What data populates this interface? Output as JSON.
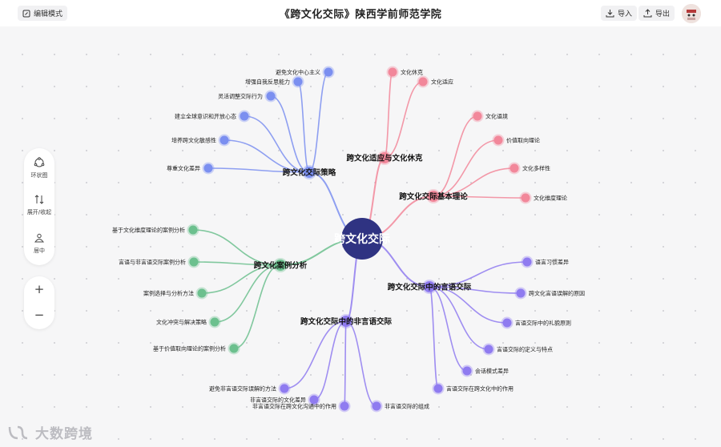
{
  "topbar": {
    "edit_mode": "编辑模式",
    "title": "《跨文化交际》陕西学前师范学院",
    "import": "导入",
    "export": "导出"
  },
  "tools": {
    "ring": "环状图",
    "expand_collapse": "展开/收起",
    "center": "居中",
    "zoom_in": "+",
    "zoom_out": "−"
  },
  "watermark": "大数跨境",
  "mindmap": {
    "root": {
      "label": "跨文化交际",
      "color": "#2f3382"
    },
    "branches": [
      {
        "label": "跨文化交际策略",
        "color": "#7b8ff0",
        "leaves": [
          "避免文化中心主义",
          "增强自我反思能力",
          "灵活调整交际行为",
          "建立全球意识和开放心态",
          "培养跨文化敏感性",
          "尊重文化差异"
        ]
      },
      {
        "label": "跨文化适应与文化休克",
        "color": "#f2879a",
        "leaves": [
          "文化休克",
          "文化适应"
        ]
      },
      {
        "label": "跨文化交际基本理论",
        "color": "#f2879a",
        "leaves": [
          "文化语境",
          "价值取向理论",
          "文化多样性",
          "文化维度理论"
        ]
      },
      {
        "label": "跨文化案例分析",
        "color": "#6cc08e",
        "leaves": [
          "基于文化维度理论的案例分析",
          "言语与非言语交际案例分析",
          "案例选择与分析方法",
          "文化冲突与解决策略",
          "基于价值取向理论的案例分析"
        ]
      },
      {
        "label": "跨文化交际中的言语交际",
        "color": "#8f7bf0",
        "leaves": [
          "语言习惯差异",
          "跨文化言语误解的原因",
          "言语交际中的礼貌原则",
          "言语交际的定义与特点",
          "会话模式差异",
          "言语交际在跨文化中的作用"
        ]
      },
      {
        "label": "跨文化交际中的非言语交际",
        "color": "#8f7bf0",
        "leaves": [
          "避免非言语交际误解的方法",
          "非言语交际的文化差异",
          "非言语交际在跨文化沟通中的作用",
          "非言语交际的组成"
        ]
      }
    ]
  }
}
